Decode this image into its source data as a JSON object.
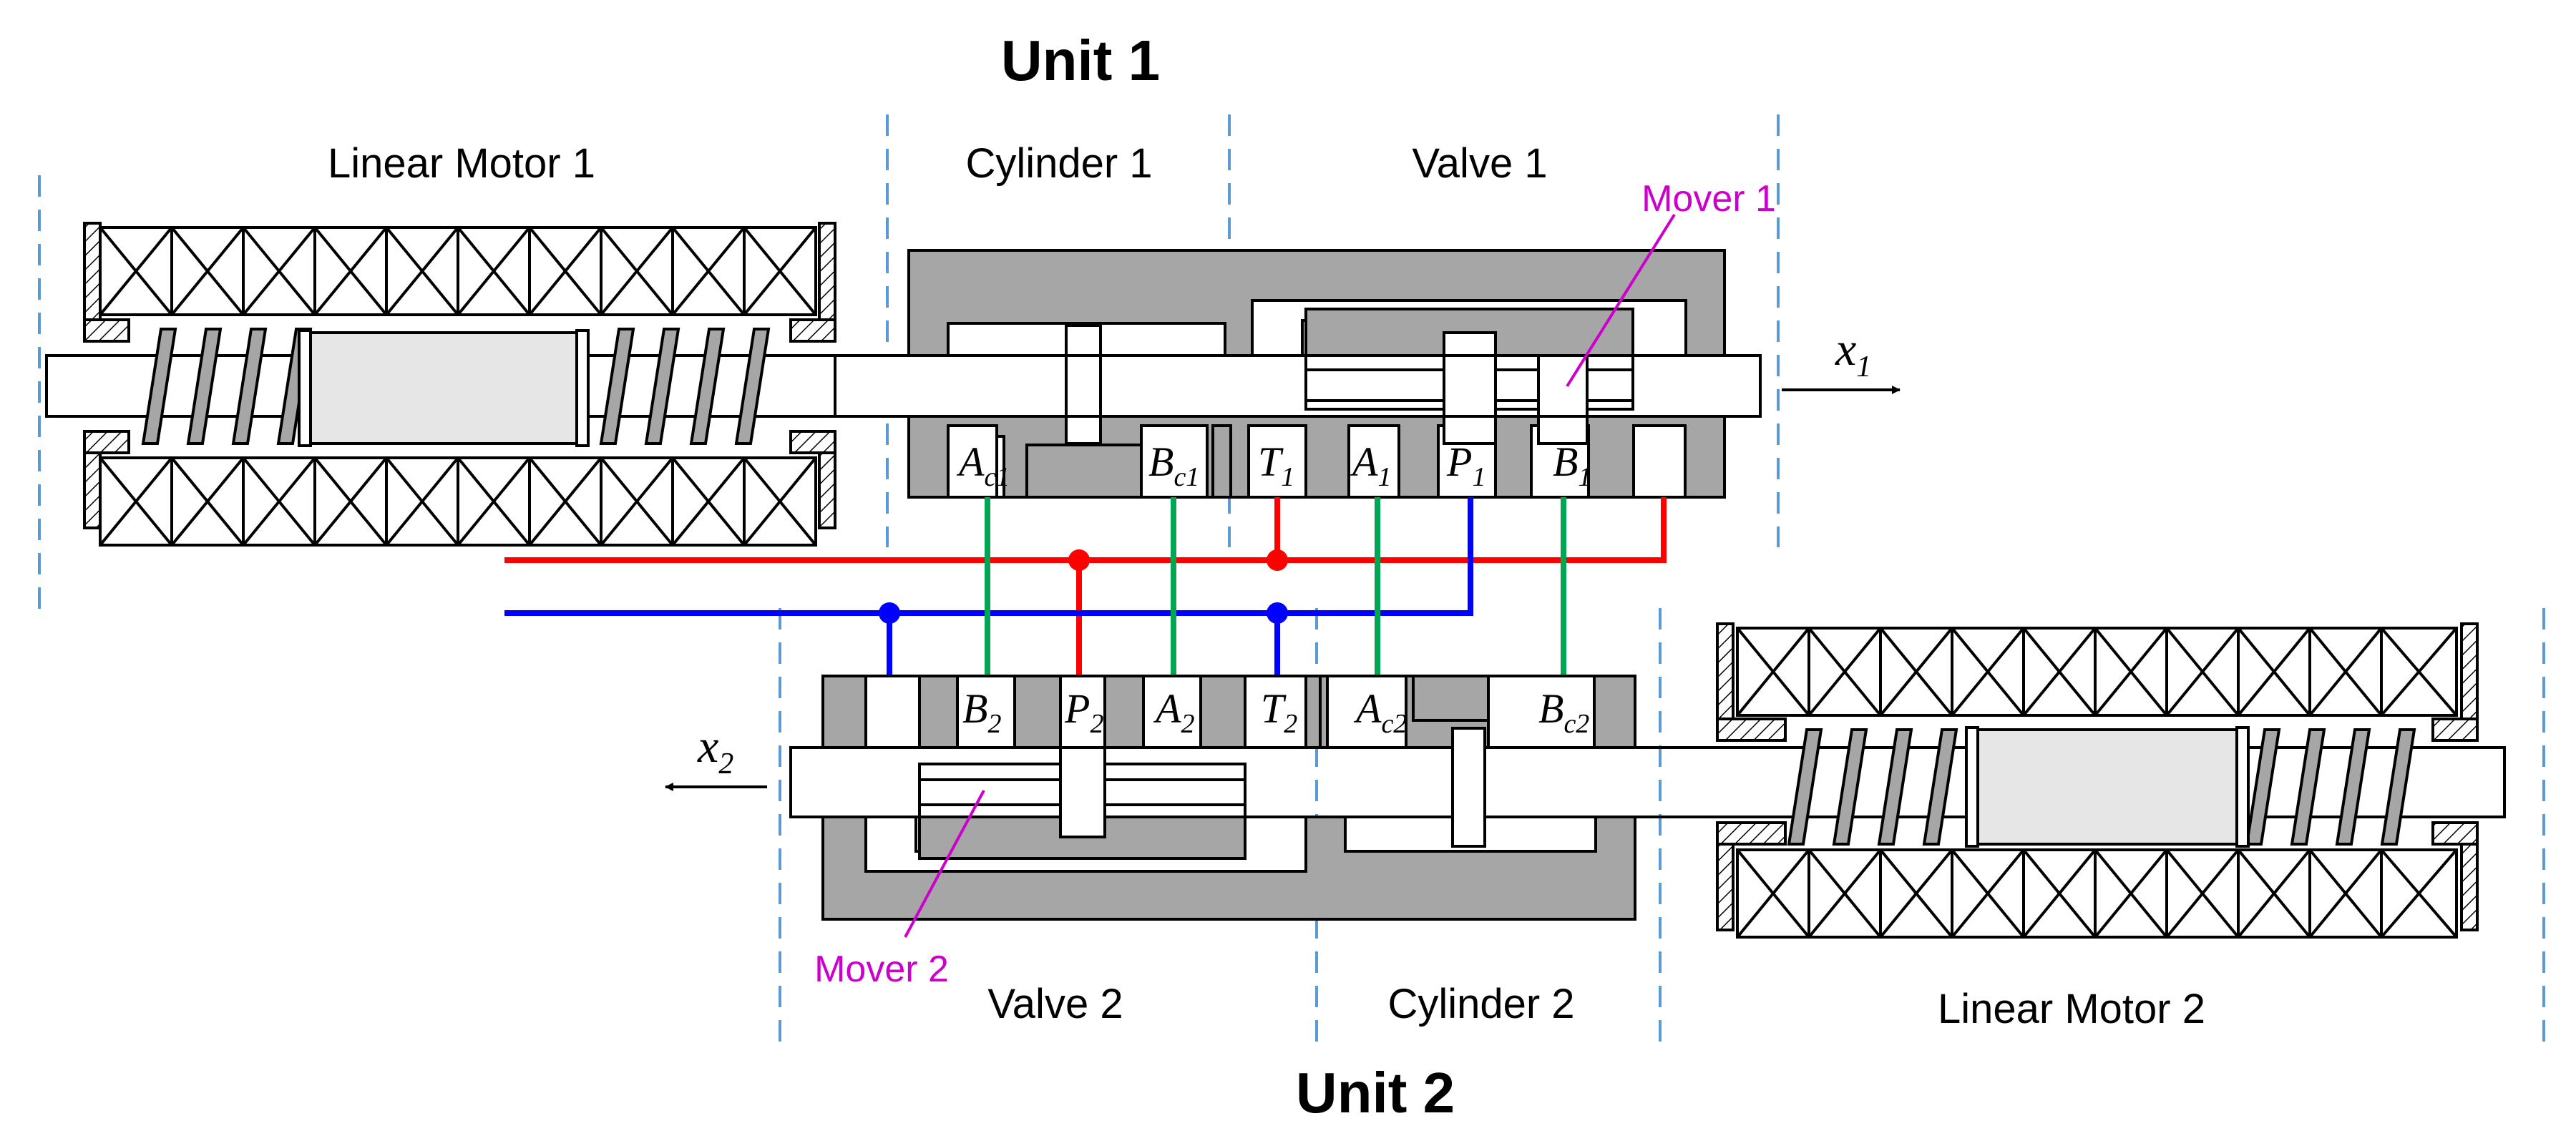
{
  "units": {
    "unit1": "Unit 1",
    "unit2": "Unit 2"
  },
  "sections": {
    "linear_motor_1": "Linear Motor 1",
    "cylinder_1": "Cylinder 1",
    "valve_1": "Valve 1",
    "valve_2": "Valve 2",
    "cylinder_2": "Cylinder 2",
    "linear_motor_2": "Linear Motor 2"
  },
  "movers": {
    "mover_1": "Mover 1",
    "mover_2": "Mover 2"
  },
  "ports_top": {
    "ac1": {
      "main": "A",
      "sub": "c1"
    },
    "bc1": {
      "main": "B",
      "sub": "c1"
    },
    "t1": {
      "main": "T",
      "sub": "1"
    },
    "a1": {
      "main": "A",
      "sub": "1"
    },
    "p1": {
      "main": "P",
      "sub": "1"
    },
    "b1": {
      "main": "B",
      "sub": "1"
    }
  },
  "ports_bottom": {
    "b2": {
      "main": "B",
      "sub": "2"
    },
    "p2": {
      "main": "P",
      "sub": "2"
    },
    "a2": {
      "main": "A",
      "sub": "2"
    },
    "t2": {
      "main": "T",
      "sub": "2"
    },
    "ac2": {
      "main": "A",
      "sub": "c2"
    },
    "bc2": {
      "main": "B",
      "sub": "c2"
    }
  },
  "displacements": {
    "x1": {
      "main": "x",
      "sub": "1"
    },
    "x2": {
      "main": "x",
      "sub": "2"
    }
  },
  "colors": {
    "pressure_line": "#ff0000",
    "return_line": "#0000ff",
    "work_line": "#00a651",
    "mover_label": "#cc00cc",
    "boundary": "#5b9bd5",
    "housing": "#a6a6a6",
    "rod": "#e6e6e6"
  }
}
